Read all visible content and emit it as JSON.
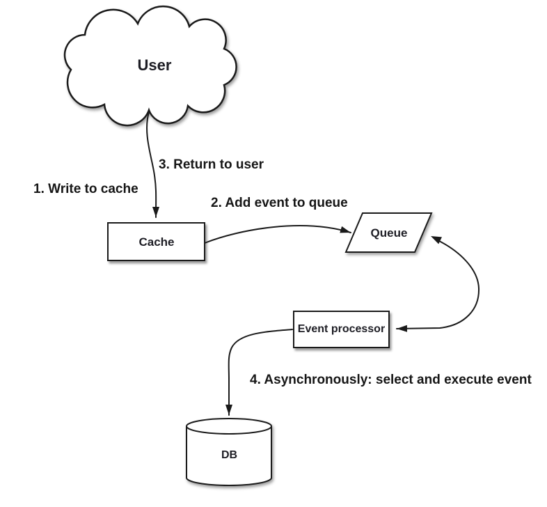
{
  "diagram": {
    "background_color": "#ffffff",
    "line_color": "#1a1a1a",
    "shape_fill_color": "#ffffff",
    "text_color": "#1d1d24",
    "nodes": [
      {
        "id": "user",
        "shape": "cloud",
        "label": "User"
      },
      {
        "id": "cache",
        "shape": "rectangle",
        "label": "Cache"
      },
      {
        "id": "queue",
        "shape": "parallelogram",
        "label": "Queue"
      },
      {
        "id": "event-processor",
        "shape": "rectangle",
        "label": "Event processor"
      },
      {
        "id": "db",
        "shape": "cylinder",
        "label": "DB"
      }
    ],
    "edges": [
      {
        "from": "user",
        "to": "cache",
        "style": "curved",
        "arrowheads": "end"
      },
      {
        "from": "cache",
        "to": "queue",
        "style": "curved",
        "arrowheads": "end"
      },
      {
        "from": "queue",
        "to": "event-processor",
        "style": "curved",
        "arrowheads": "both"
      },
      {
        "from": "event-processor",
        "to": "db",
        "style": "curved",
        "arrowheads": "end"
      }
    ],
    "annotations": [
      {
        "id": "step-1",
        "text": "1. Write to cache"
      },
      {
        "id": "step-2",
        "text": "2. Add event to queue"
      },
      {
        "id": "step-3",
        "text": "3. Return to user"
      },
      {
        "id": "step-4",
        "text": "4. Asynchronously: select and execute event"
      }
    ]
  }
}
